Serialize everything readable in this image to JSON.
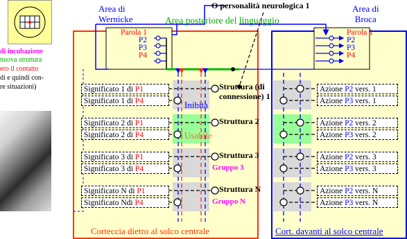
{
  "title": "O personalità neurologica 1",
  "top": {
    "area_wernicke": "Area di\nWernicke",
    "area_posterior": "Area posteriore del linguaggio",
    "area_broca": "Area di\nBroca"
  },
  "words_left": [
    "Parola 1",
    "P2",
    "P3",
    "P4"
  ],
  "words_right": [
    "Parola 1",
    "P2",
    "P3",
    "P4"
  ],
  "left_note": {
    "line1": "di incubazione",
    "line2": "nuova struttura",
    "line3": "ero il contatto",
    "line4": "di e quindi con-",
    "line5": "re situazioni)"
  },
  "groups": [
    {
      "left": [
        {
          "pre": "Significato 1 di ",
          "p": "P1"
        },
        {
          "pre": "Significato 1 di ",
          "p": "P4"
        }
      ],
      "struct": "Struttura (di connessione) 1",
      "tag": "Inibita",
      "right": [
        {
          "pre": "Azione ",
          "p": "P2",
          "post": " vers. 1"
        },
        {
          "pre": "Azione ",
          "p": "P3",
          "post": " vers. 1"
        }
      ]
    },
    {
      "left": [
        {
          "pre": "Significato 2 di ",
          "p": "P1"
        },
        {
          "pre": "Significato 2 di ",
          "p": "P4"
        }
      ],
      "struct": "Struttura 2",
      "tag": "Usabile",
      "right": [
        {
          "pre": "Azione ",
          "p": "P2",
          "post": " vers. 2"
        },
        {
          "pre": "Azione ",
          "p": "P3",
          "post": " vers. 2"
        }
      ]
    },
    {
      "left": [
        {
          "pre": "Significato 3 di ",
          "p": "P1"
        },
        {
          "pre": "Significato 3 di ",
          "p": "P4"
        }
      ],
      "struct": "Struttura 3",
      "tag": "Gruppo 3",
      "right": [
        {
          "pre": "Azione ",
          "p": "P2",
          "post": " vers. 3"
        },
        {
          "pre": "Azione ",
          "p": "P3",
          "post": " vers. 3"
        }
      ]
    },
    {
      "left": [
        {
          "pre": "Significato N di ",
          "p": "P1"
        },
        {
          "pre": "Significato Ndi ",
          "p": "P4"
        }
      ],
      "struct": "Struttura N",
      "tag": "Gruppo N",
      "right": [
        {
          "pre": "Azione ",
          "p": "P2",
          "post": " vers. N"
        },
        {
          "pre": "Azione ",
          "p": "P3",
          "post": " vers. N"
        }
      ]
    }
  ],
  "bottom_left": "Corteccia dietro al solco centrale",
  "bottom_right": "Cort. davanti al solco centrale",
  "colors": {
    "panel": "#ffffcc",
    "red": "#ff0000",
    "blue": "#0000ff",
    "green": "#00bb00",
    "orange": "#ff6633",
    "band_green": "#99ff99",
    "band_gray": "#d9d9d9"
  }
}
